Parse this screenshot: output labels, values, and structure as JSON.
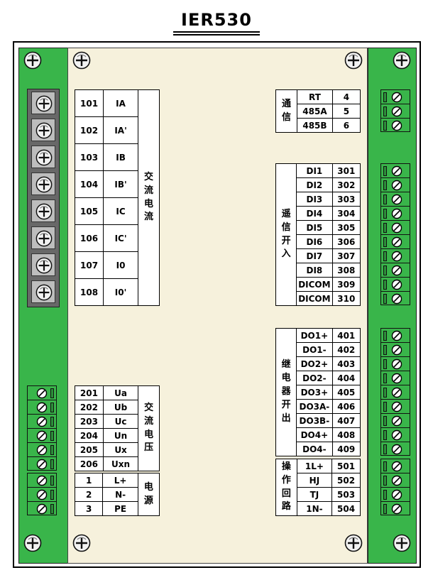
{
  "title": "IER530",
  "ac_current": {
    "label": "交流电流",
    "rows": [
      {
        "num": "101",
        "sig": "IA"
      },
      {
        "num": "102",
        "sig": "IA'"
      },
      {
        "num": "103",
        "sig": "IB"
      },
      {
        "num": "104",
        "sig": "IB'"
      },
      {
        "num": "105",
        "sig": "IC"
      },
      {
        "num": "106",
        "sig": "IC'"
      },
      {
        "num": "107",
        "sig": "I0"
      },
      {
        "num": "108",
        "sig": "I0'"
      }
    ]
  },
  "ac_voltage": {
    "label": "交流电压",
    "rows": [
      {
        "num": "201",
        "sig": "Ua"
      },
      {
        "num": "202",
        "sig": "Ub"
      },
      {
        "num": "203",
        "sig": "Uc"
      },
      {
        "num": "204",
        "sig": "Un"
      },
      {
        "num": "205",
        "sig": "Ux"
      },
      {
        "num": "206",
        "sig": "Uxn"
      }
    ]
  },
  "power": {
    "label": "电源",
    "rows": [
      {
        "num": "1",
        "sig": "L+"
      },
      {
        "num": "2",
        "sig": "N-"
      },
      {
        "num": "3",
        "sig": "PE"
      }
    ]
  },
  "comm": {
    "label": "通信",
    "rows": [
      {
        "sig": "RT",
        "num": "4"
      },
      {
        "sig": "485A",
        "num": "5"
      },
      {
        "sig": "485B",
        "num": "6"
      }
    ]
  },
  "binary_input": {
    "label": "遥信开入",
    "rows": [
      {
        "sig": "DI1",
        "num": "301"
      },
      {
        "sig": "DI2",
        "num": "302"
      },
      {
        "sig": "DI3",
        "num": "303"
      },
      {
        "sig": "DI4",
        "num": "304"
      },
      {
        "sig": "DI5",
        "num": "305"
      },
      {
        "sig": "DI6",
        "num": "306"
      },
      {
        "sig": "DI7",
        "num": "307"
      },
      {
        "sig": "DI8",
        "num": "308"
      },
      {
        "sig": "DICOM",
        "num": "309"
      },
      {
        "sig": "DICOM",
        "num": "310"
      }
    ]
  },
  "relay_output": {
    "label": "继电器开出",
    "rows": [
      {
        "sig": "DO1+",
        "num": "401"
      },
      {
        "sig": "DO1-",
        "num": "402"
      },
      {
        "sig": "DO2+",
        "num": "403"
      },
      {
        "sig": "DO2-",
        "num": "404"
      },
      {
        "sig": "DO3+",
        "num": "405"
      },
      {
        "sig": "DO3A-",
        "num": "406"
      },
      {
        "sig": "DO3B-",
        "num": "407"
      },
      {
        "sig": "DO4+",
        "num": "408"
      },
      {
        "sig": "DO4-",
        "num": "409"
      }
    ]
  },
  "operation_loop": {
    "label": "操作回路",
    "rows": [
      {
        "sig": "1L+",
        "num": "501"
      },
      {
        "sig": "HJ",
        "num": "502"
      },
      {
        "sig": "TJ",
        "num": "503"
      },
      {
        "sig": "1N-",
        "num": "504"
      }
    ]
  },
  "colors": {
    "rail_green": "#39b54a",
    "panel_beige": "#f6f1dc",
    "terminal_grey": "#686868"
  }
}
